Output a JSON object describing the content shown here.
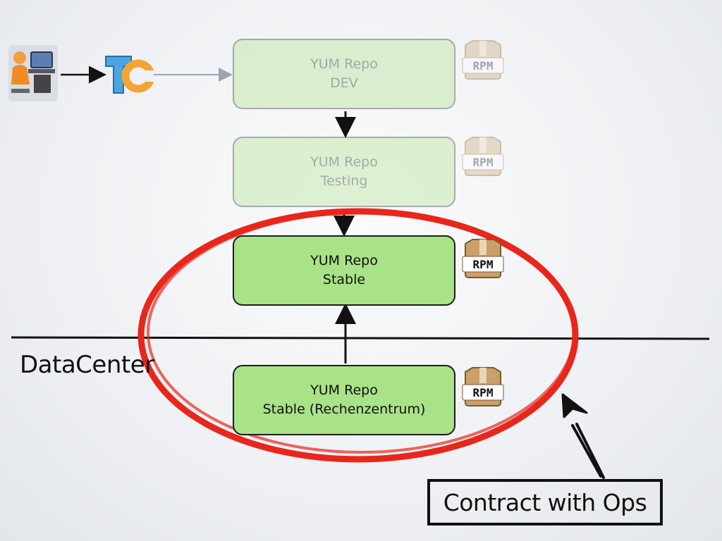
{
  "repos": [
    {
      "name": "YUM Repo",
      "label": "DEV",
      "state": "faded"
    },
    {
      "name": "YUM Repo",
      "label": "Testing",
      "state": "faded"
    },
    {
      "name": "YUM Repo",
      "label": "Stable",
      "state": "active"
    },
    {
      "name": "YUM Repo",
      "label": "Stable (Rechenzentrum)",
      "state": "active"
    }
  ],
  "package_badge": "RPM",
  "ci_logo_text": "TC",
  "datacenter_label": "DataCenter",
  "callout": "Contract with Ops",
  "colors": {
    "repo_fill": "#a9e387",
    "highlight_ellipse": "#e8261b",
    "line": "#111111"
  }
}
